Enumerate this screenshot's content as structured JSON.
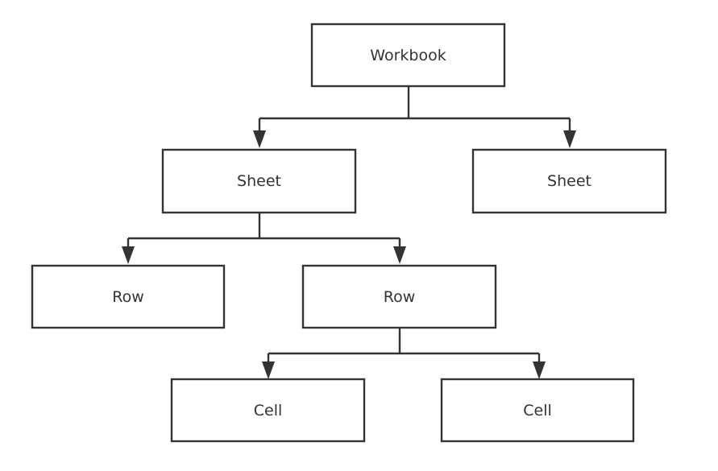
{
  "diagram": {
    "type": "tree",
    "stroke_color": "#333333",
    "fill_color": "#ffffff",
    "nodes": {
      "workbook": {
        "label": "Workbook"
      },
      "sheet_left": {
        "label": "Sheet"
      },
      "sheet_right": {
        "label": "Sheet"
      },
      "row_left": {
        "label": "Row"
      },
      "row_right": {
        "label": "Row"
      },
      "cell_left": {
        "label": "Cell"
      },
      "cell_right": {
        "label": "Cell"
      }
    },
    "edges": [
      {
        "from": "workbook",
        "to": "sheet_left"
      },
      {
        "from": "workbook",
        "to": "sheet_right"
      },
      {
        "from": "sheet_left",
        "to": "row_left"
      },
      {
        "from": "sheet_left",
        "to": "row_right"
      },
      {
        "from": "row_right",
        "to": "cell_left"
      },
      {
        "from": "row_right",
        "to": "cell_right"
      }
    ]
  }
}
